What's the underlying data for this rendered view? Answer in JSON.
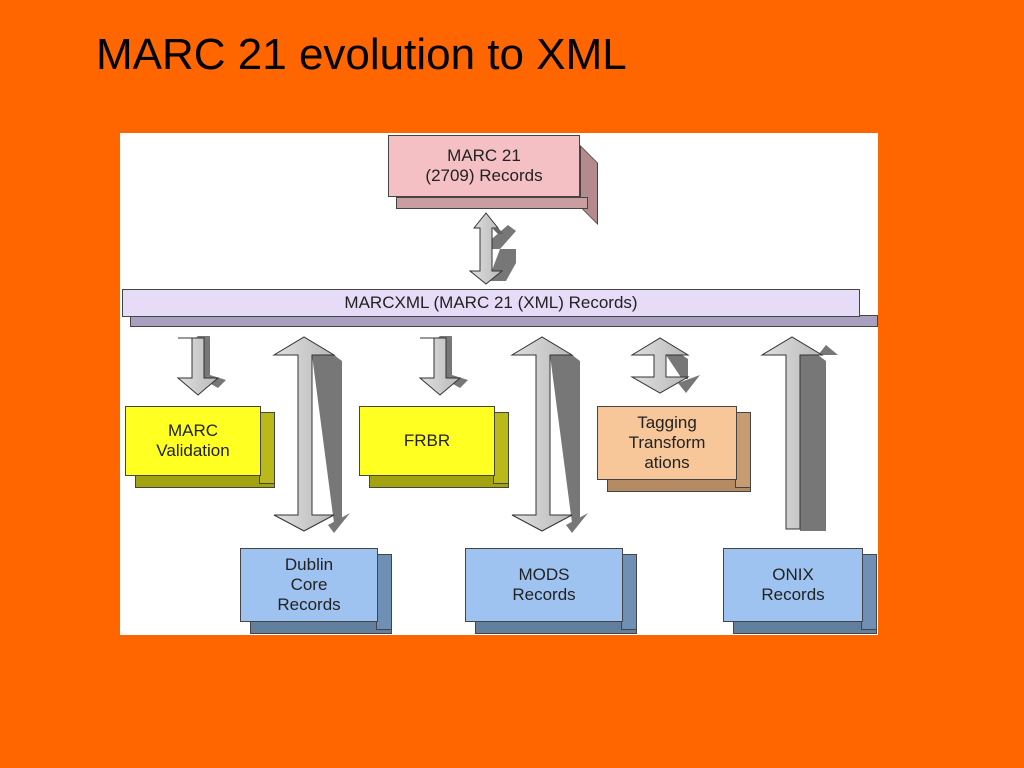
{
  "title": "MARC 21 evolution to XML",
  "colors": {
    "background": "#ff6600",
    "marc21": "#f4c0c3",
    "marcxml": "#e6dcf8",
    "validation_frbr": "#ffff22",
    "tagging": "#f7c699",
    "records": "#9fc3f0",
    "arrow": "#c8c8c8"
  },
  "diagram": {
    "marc21_box": {
      "line1": "MARC 21",
      "line2": "(2709) Records"
    },
    "marcxml_bar": {
      "label": "MARCXML (MARC 21 (XML) Records)"
    },
    "validation_box": {
      "line1": "MARC",
      "line2": "Validation"
    },
    "frbr_box": {
      "label": "FRBR"
    },
    "tagging_box": {
      "line1": "Tagging",
      "line2": "Transform",
      "line3": "ations"
    },
    "dublin_core_box": {
      "line1": "Dublin",
      "line2": "Core",
      "line3": "Records"
    },
    "mods_box": {
      "line1": "MODS",
      "line2": "Records"
    },
    "onix_box": {
      "line1": "ONIX",
      "line2": "Records"
    }
  }
}
